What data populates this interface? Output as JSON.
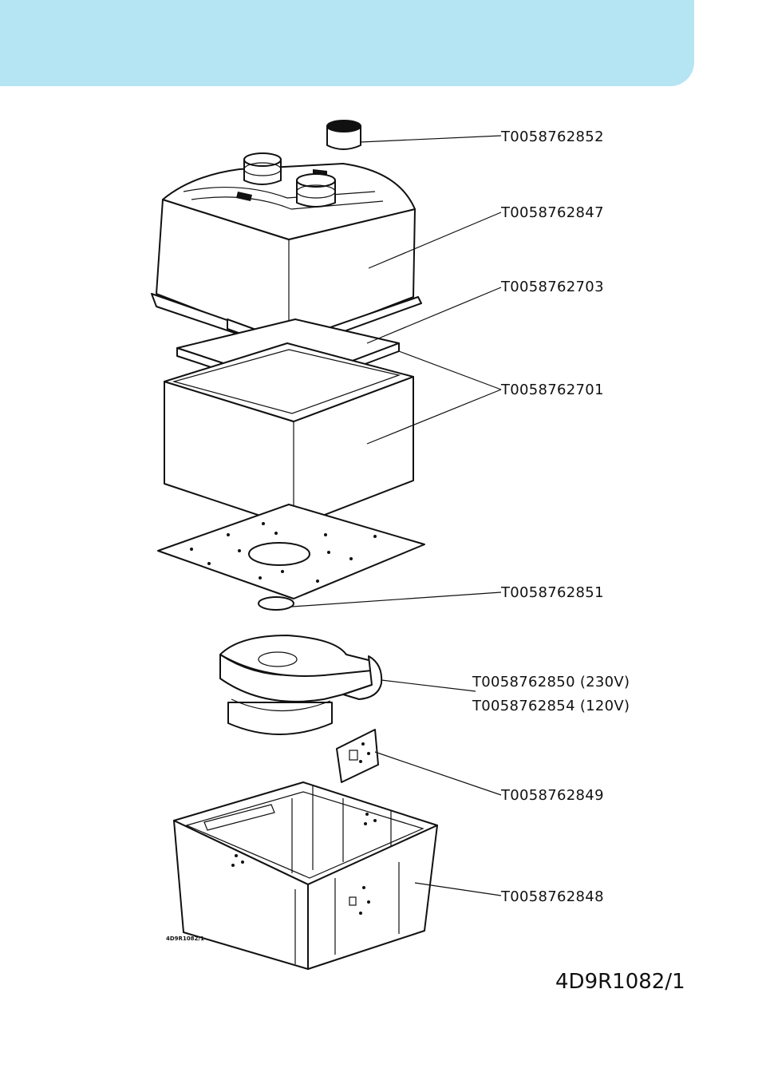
{
  "callouts": [
    {
      "part_no": "T0058762852"
    },
    {
      "part_no": "T0058762847"
    },
    {
      "part_no": "T0058762703"
    },
    {
      "part_no": "T0058762701"
    },
    {
      "part_no": "T0058762851"
    },
    {
      "part_no": "T0058762850 (230V)"
    },
    {
      "part_no": "T0058762854 (120V)"
    },
    {
      "part_no": "T0058762849"
    },
    {
      "part_no": "T0058762848"
    }
  ],
  "drawing_ref_small": "4D9R1082/1",
  "drawing_ref": "4D9R1082/1",
  "colors": {
    "banner": "#b5e5f3",
    "line": "#111111"
  }
}
